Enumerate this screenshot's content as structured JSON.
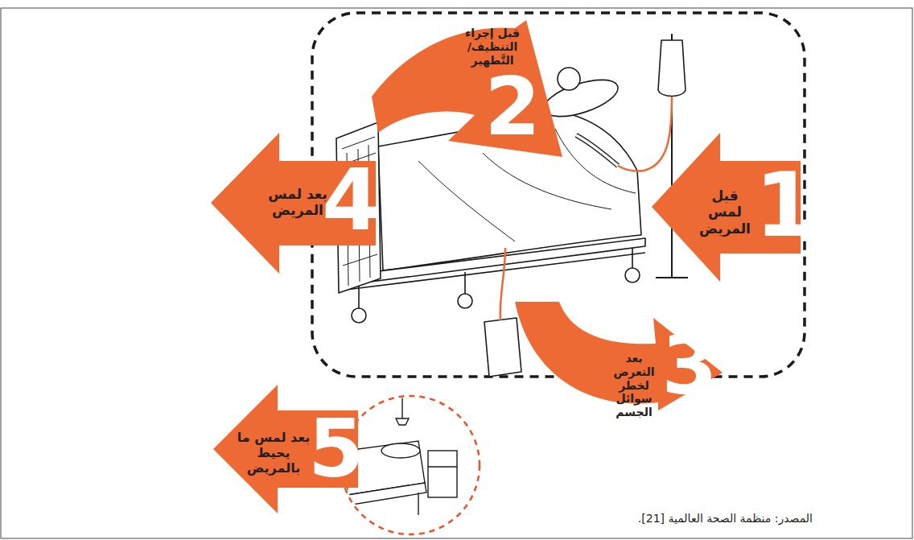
{
  "diagram": {
    "nodes": [
      {
        "text": [
          "1",
          "قبل لمس المريض"
        ]
      },
      {
        "text": [
          "2",
          "قبل إجراء التنظيف/ التَّطهير"
        ]
      },
      {
        "text": [
          "3",
          "بعد التعرض لخطر سوائل الجسم"
        ]
      },
      {
        "text": [
          "4",
          "بعد لمس المريض"
        ]
      },
      {
        "text": [
          "5",
          "بعد لمس ما يحيط بالمريض"
        ]
      }
    ],
    "labels": [
      "المصدر: منظمة الصحة العالمية [21]."
    ]
  }
}
